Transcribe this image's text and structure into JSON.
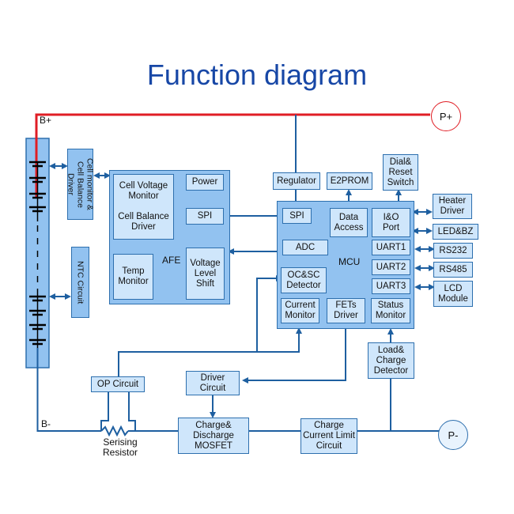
{
  "title": "Function diagram",
  "colors": {
    "title": "#1747a6",
    "power_line": "#e01e25",
    "signal_line": "#1e5fa0",
    "box_light": "#cfe6fb",
    "box_mid": "#92c2f0"
  },
  "terminals": {
    "b_plus": "B+",
    "b_minus": "B-",
    "p_plus": "P+",
    "p_minus": "P-"
  },
  "battery_pack": {
    "name": "battery-cells"
  },
  "left_modules": {
    "cell_monitor": "Cell monitor &\nCell Balance Driver",
    "ntc": "NTC Circuit"
  },
  "afe": {
    "label": "AFE",
    "cell_voltage": "Cell Voltage\nMonitor\n\nCell Balance\nDriver",
    "power": "Power",
    "spi": "SPI",
    "temp": "Temp\nMonitor",
    "voltage_shift": "Voltage\nLevel\nShift"
  },
  "mcu": {
    "label": "MCU",
    "spi": "SPI",
    "data_access": "Data\nAccess",
    "io_port": "I&O\nPort",
    "adc": "ADC",
    "uart1": "UART1",
    "uart2": "UART2",
    "uart3": "UART3",
    "ocsc": "OC&SC\nDetector",
    "current_monitor": "Current\nMonitor",
    "fets_driver": "FETs\nDriver",
    "status_monitor": "Status\nMonitor"
  },
  "top_modules": {
    "regulator": "Regulator",
    "e2prom": "E2PROM",
    "dial": "Dial&\nReset\nSwitch"
  },
  "right_modules": {
    "heater": "Heater\nDriver",
    "led": "LED&BZ",
    "rs232": "RS232",
    "rs485": "RS485",
    "lcd": "LCD\nModule"
  },
  "bottom_modules": {
    "op_circuit": "OP Circuit",
    "driver_circuit": "Driver\nCircuit",
    "mosfet": "Charge&\nDischarge\nMOSFET",
    "charge_limit": "Charge\nCurrent Limit\nCircuit",
    "load_detector": "Load&\nCharge\nDetector",
    "resistor_label": "Serising\nResistor"
  }
}
